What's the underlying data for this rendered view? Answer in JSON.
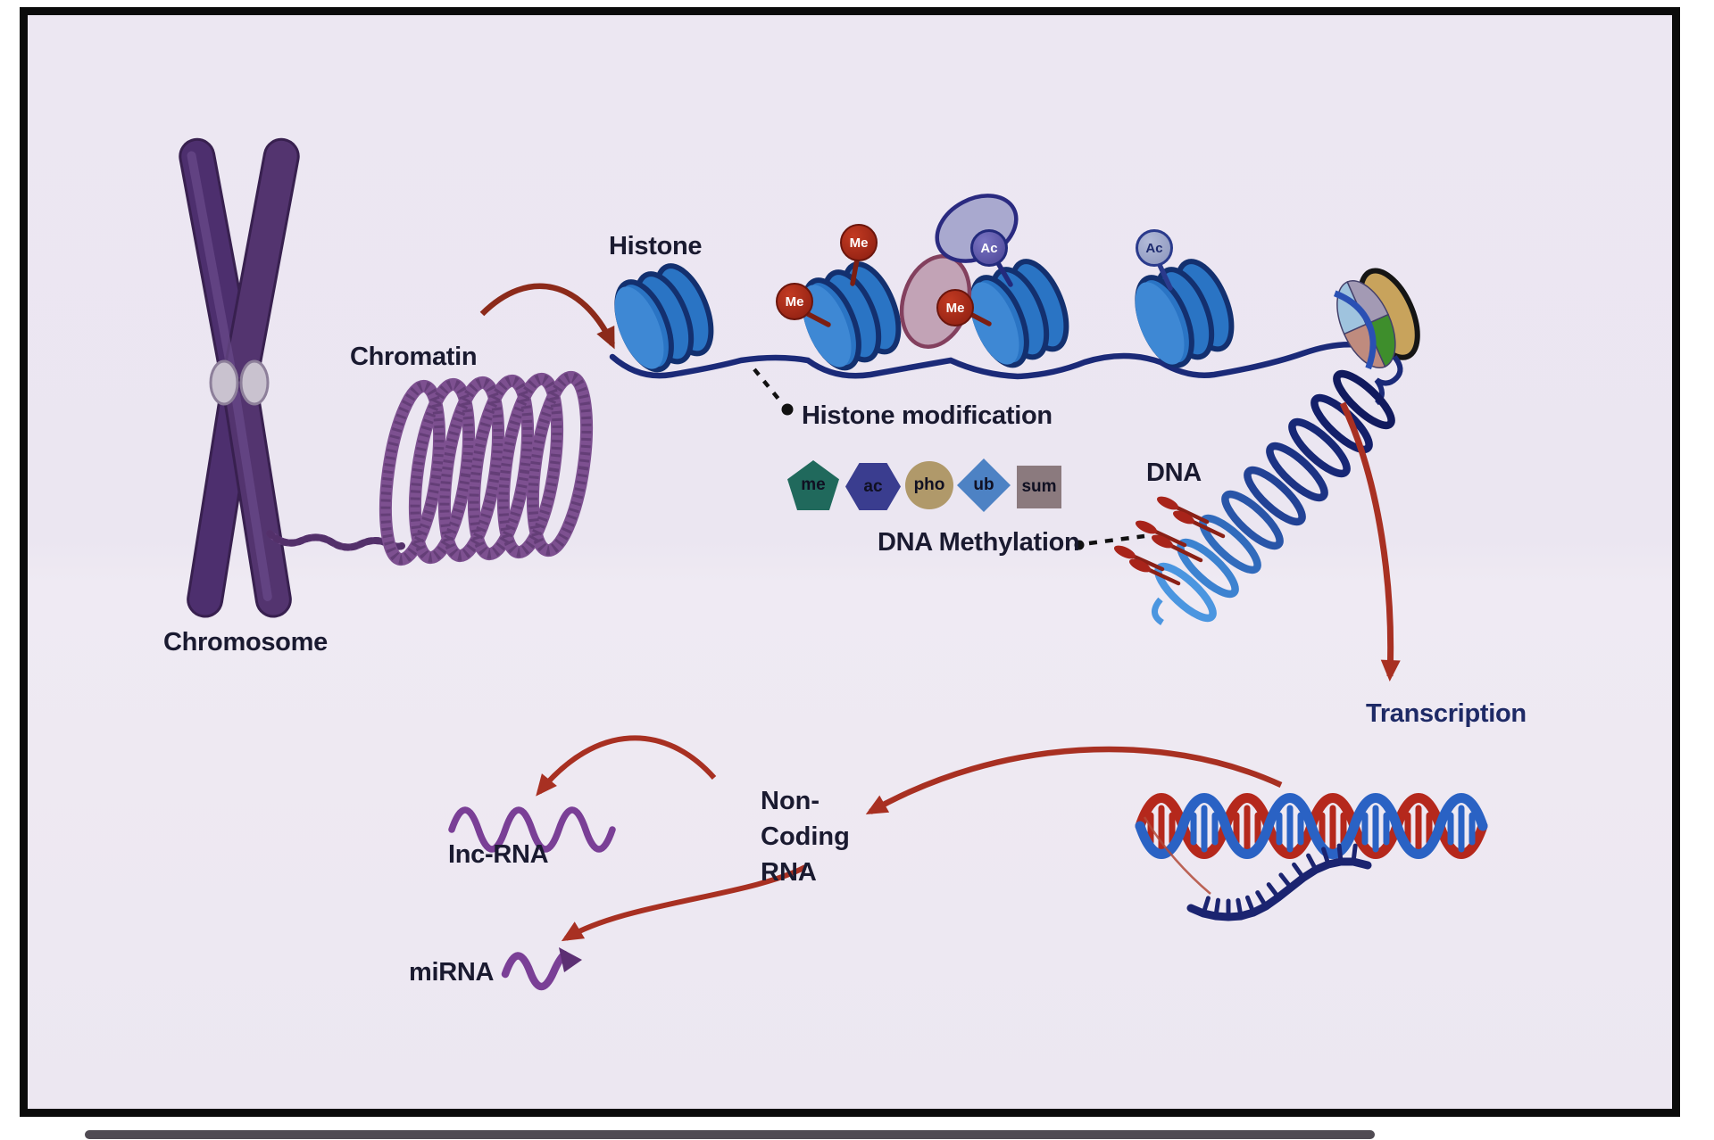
{
  "frame": {
    "background": "#ece7f2",
    "border_color": "#0b0b0b"
  },
  "labels": {
    "chromosome": "Chromosome",
    "chromatin": "Chromatin",
    "histone": "Histone",
    "histone_modification": "Histone modification",
    "dna": "DNA",
    "dna_methylation": "DNA Methylation",
    "transcription": "Transcription",
    "non_coding_line1": "Non-",
    "non_coding_line2": "Coding",
    "non_coding_line3": "RNA",
    "lnc_rna": "Inc-RNA",
    "mi_rna": "miRNA"
  },
  "histone_marks": {
    "methyl": "Me",
    "acetyl": "Ac"
  },
  "modification_legend": {
    "items": [
      {
        "label": "me",
        "shape": "pentagon",
        "color": "#20695c"
      },
      {
        "label": "ac",
        "shape": "hexagon",
        "color": "#3a3d8f"
      },
      {
        "label": "pho",
        "shape": "circle",
        "color": "#b0996a"
      },
      {
        "label": "ub",
        "shape": "diamond",
        "color": "#4d82c4"
      },
      {
        "label": "sum",
        "shape": "square",
        "color": "#8b7a7e"
      }
    ]
  },
  "colors": {
    "background": "#ece7f2",
    "chromosome_purple": "#4d2f6e",
    "chromatin_purple": "#7d5090",
    "histone_blue": "#2a74c4",
    "dna_strand_navy": "#1b2a78",
    "methyl_red": "#a8241a",
    "acetyl_purple": "#5b55aa",
    "arrow_red": "#a83022",
    "arrow_dark_red": "#8c2a1a",
    "helix_red": "#b5281c",
    "helix_blue": "#2a62c4",
    "rna_purple": "#7a3f96",
    "transcript_navy": "#1b2470"
  }
}
